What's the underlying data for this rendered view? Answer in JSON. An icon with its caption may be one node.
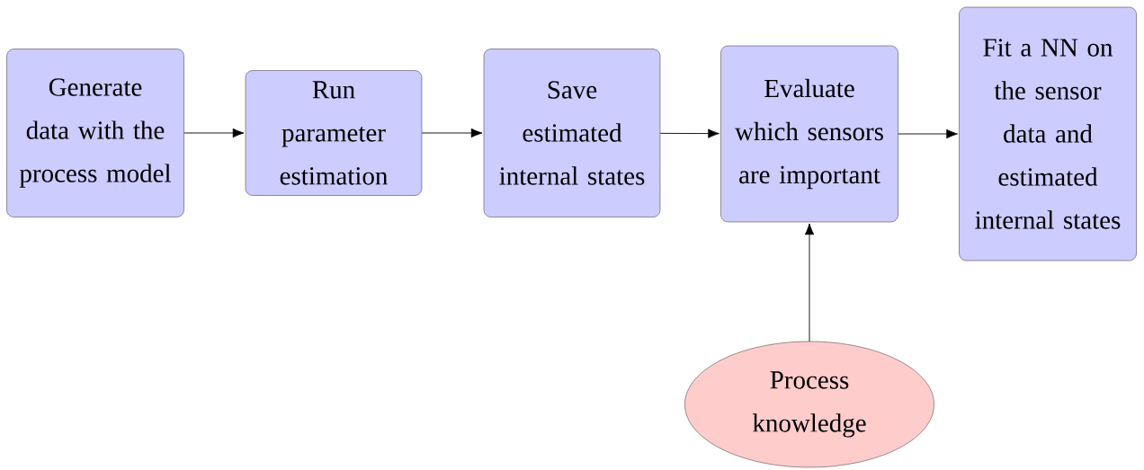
{
  "diagram": {
    "nodes": [
      {
        "text": [
          "Generate data with the process model"
        ]
      },
      {
        "text": [
          "Run parameter estimation"
        ]
      },
      {
        "text": [
          "Save estimated internal states"
        ]
      },
      {
        "text": [
          "Evaluate which sensors are important"
        ]
      },
      {
        "text": [
          "Fit a NN on the sensor data and estimated internal states"
        ]
      },
      {
        "text": [
          "Process knowledge"
        ]
      }
    ],
    "edges": [
      {
        "from": 0,
        "to": 1,
        "arrow": "to"
      },
      {
        "from": 1,
        "to": 2,
        "arrow": "to"
      },
      {
        "from": 2,
        "to": 3,
        "arrow": "to"
      },
      {
        "from": 3,
        "to": 4,
        "arrow": "to"
      },
      {
        "from": 5,
        "to": 3,
        "arrow": "to"
      }
    ]
  }
}
